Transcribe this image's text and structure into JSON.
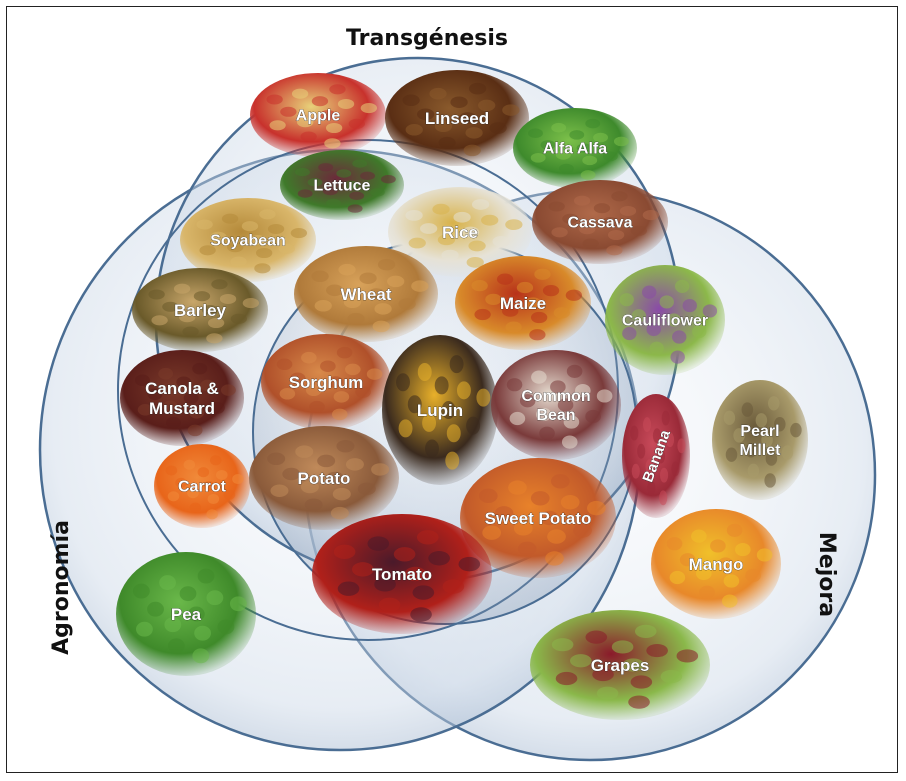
{
  "sets": {
    "transgenesis": "Transgénesis",
    "agronomia": "Agronomía",
    "mejora": "Mejora"
  },
  "crops": [
    {
      "id": "apple",
      "label": "Apple",
      "color": "#c8312c",
      "accent": "#e8d27a"
    },
    {
      "id": "linseed",
      "label": "Linseed",
      "color": "#5a2e14",
      "accent": "#8a5a2c"
    },
    {
      "id": "alfa-alfa",
      "label": "Alfa Alfa",
      "color": "#3e8a2c",
      "accent": "#7cc04a"
    },
    {
      "id": "lettuce",
      "label": "Lettuce",
      "color": "#3f7a2a",
      "accent": "#6b2a3a"
    },
    {
      "id": "cassava",
      "label": "Cassava",
      "color": "#8a4a32",
      "accent": "#b06a4a"
    },
    {
      "id": "soyabean",
      "label": "Soyabean",
      "color": "#d9b66a",
      "accent": "#b58a3a"
    },
    {
      "id": "rice",
      "label": "Rice",
      "color": "#e6e2d6",
      "accent": "#d8b24a"
    },
    {
      "id": "wheat",
      "label": "Wheat",
      "color": "#b07a3a",
      "accent": "#d8a25a"
    },
    {
      "id": "maize",
      "label": "Maize",
      "color": "#d88a2a",
      "accent": "#b8321a"
    },
    {
      "id": "barley",
      "label": "Barley",
      "color": "#6a5a2a",
      "accent": "#c8a66a"
    },
    {
      "id": "cauliflower",
      "label": "Cauliflower",
      "color": "#8cb84a",
      "accent": "#8a4aa8"
    },
    {
      "id": "canola",
      "label": "Canola &\nMustard",
      "color": "#5a1e1a",
      "accent": "#7a3a2a"
    },
    {
      "id": "sorghum",
      "label": "Sorghum",
      "color": "#b0502a",
      "accent": "#d88a4a"
    },
    {
      "id": "lupin",
      "label": "Lupin",
      "color": "#3a2a1e",
      "accent": "#e8b02a"
    },
    {
      "id": "common-bean",
      "label": "Common\nBean",
      "color": "#7a3a3a",
      "accent": "#e6dcd0"
    },
    {
      "id": "banana",
      "label": "Banana",
      "color": "#9a2a38",
      "accent": "#c84a5a"
    },
    {
      "id": "pearl-millet",
      "label": "Pearl\nMillet",
      "color": "#a89a6a",
      "accent": "#6a5a3a"
    },
    {
      "id": "carrot",
      "label": "Carrot",
      "color": "#e8651a",
      "accent": "#f08a3a"
    },
    {
      "id": "potato",
      "label": "Potato",
      "color": "#8a5a3a",
      "accent": "#c08a5a"
    },
    {
      "id": "sweet-potato",
      "label": "Sweet Potato",
      "color": "#c25a2a",
      "accent": "#e8822a"
    },
    {
      "id": "mango",
      "label": "Mango",
      "color": "#e8882a",
      "accent": "#f0c02a"
    },
    {
      "id": "tomato",
      "label": "Tomato",
      "color": "#b0201a",
      "accent": "#4a1a2a"
    },
    {
      "id": "pea",
      "label": "Pea",
      "color": "#3f8a2a",
      "accent": "#6ab84a"
    },
    {
      "id": "grapes",
      "label": "Grapes",
      "color": "#8ab84a",
      "accent": "#8a1a2a"
    }
  ]
}
